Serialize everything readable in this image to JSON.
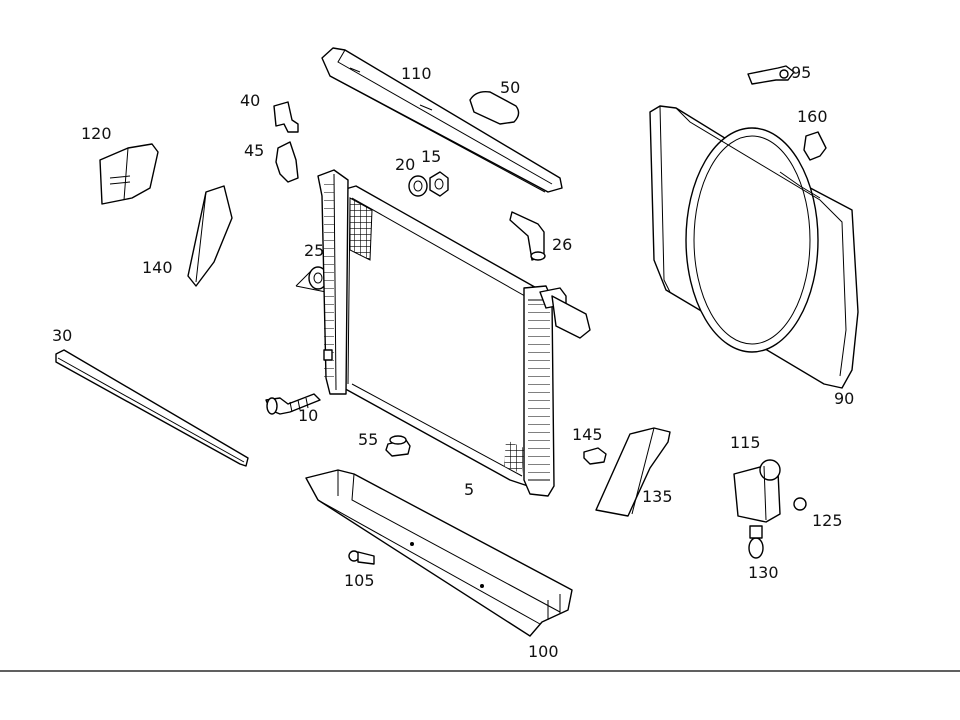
{
  "labels": {
    "p5": "5",
    "p10": "10",
    "p15": "15",
    "p20": "20",
    "p25": "25",
    "p26": "26",
    "p30": "30",
    "p40": "40",
    "p45": "45",
    "p50": "50",
    "p55": "55",
    "p90": "90",
    "p95": "95",
    "p100": "100",
    "p105": "105",
    "p110": "110",
    "p115": "115",
    "p120": "120",
    "p125": "125",
    "p130": "130",
    "p135": "135",
    "p140": "140",
    "p145": "145",
    "p160": "160"
  }
}
